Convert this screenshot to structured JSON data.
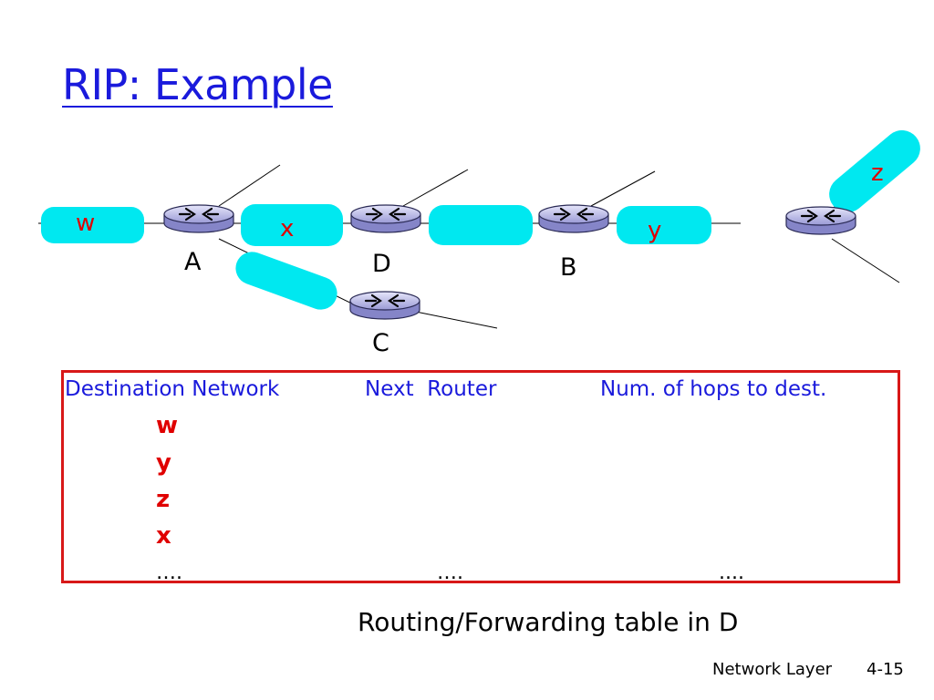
{
  "slide": {
    "title": "RIP: Example"
  },
  "diagram": {
    "network_color": "#00e8f0",
    "networks": {
      "w": "w",
      "x": "x",
      "y": "y",
      "z": "z"
    },
    "routers": {
      "a": "A",
      "d": "D",
      "b": "B",
      "c": "C"
    }
  },
  "table": {
    "border_color": "#d81818",
    "headers": {
      "destination": "Destination Network",
      "next_router": "Next  Router",
      "hops": "Num. of hops to dest."
    },
    "destinations": [
      "w",
      "y",
      "z",
      "x"
    ],
    "ellipsis": {
      "destination": "….",
      "next_router": "….",
      "hops": "...."
    }
  },
  "caption": "Routing/Forwarding table in D",
  "footer": {
    "section": "Network Layer",
    "page": "4-15"
  }
}
